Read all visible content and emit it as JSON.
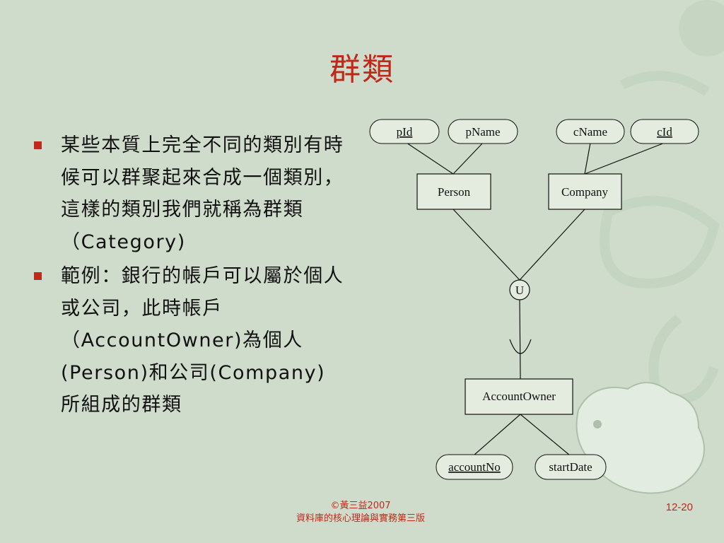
{
  "slide": {
    "title": "群類",
    "bullets": [
      "某些本質上完全不同的類別有時候可以群聚起來合成一個類別，這樣的類別我們就稱為群類（Category)",
      "範例：銀行的帳戶可以屬於個人或公司，此時帳戶（AccountOwner)為個人(Person)和公司(Company)所組成的群類"
    ]
  },
  "diagram": {
    "entities": {
      "person": "Person",
      "company": "Company",
      "account_owner": "AccountOwner"
    },
    "attributes": {
      "pid": "pId",
      "pname": "pName",
      "cname": "cName",
      "cid": "cId",
      "account_no": "accountNo",
      "start_date": "startDate"
    },
    "union_symbol": "U"
  },
  "footer": {
    "copyright_line1": "©黃三益2007",
    "copyright_line2": "資料庫的核心理論與實務第三版",
    "page_number": "12-20"
  },
  "colors": {
    "accent": "#c0281a",
    "background": "#cfdccb",
    "entity_fill": "#e4ecdf"
  }
}
